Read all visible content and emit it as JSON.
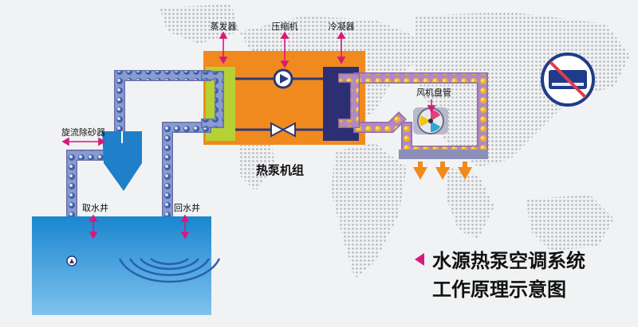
{
  "labels": {
    "evaporator": "蒸发器",
    "compressor": "压缩机",
    "condenser": "冷凝器",
    "cyclone_sand_separator": "旋流除砂器",
    "intake_well": "取水井",
    "return_well": "回水井",
    "heat_pump_unit": "热泵机组",
    "fan_coil": "风机盘管"
  },
  "title": {
    "line1": "水源热泵空调系统",
    "line2": "工作原理示意图"
  },
  "icons": {
    "title_marker": "triangle-left-icon",
    "no_ac": "no-air-conditioner-icon",
    "pump": "pump-icon",
    "valve": "expansion-valve-icon",
    "fan": "fan-icon",
    "heat_out": "down-arrow-icon"
  },
  "colors": {
    "background": "#f1f2f3",
    "unit_box": "#f08a1f",
    "evaporator": "#b6d133",
    "condenser": "#2d2f73",
    "cold_pipe": "#8a9bd0",
    "warm_pipe": "#b089c6",
    "water": "#1e8fd6",
    "separator": "#1f7fc8",
    "heat_arrow": "#f28a1a",
    "label_arrow": "#d9187a",
    "tray": "#8c8fb8"
  }
}
